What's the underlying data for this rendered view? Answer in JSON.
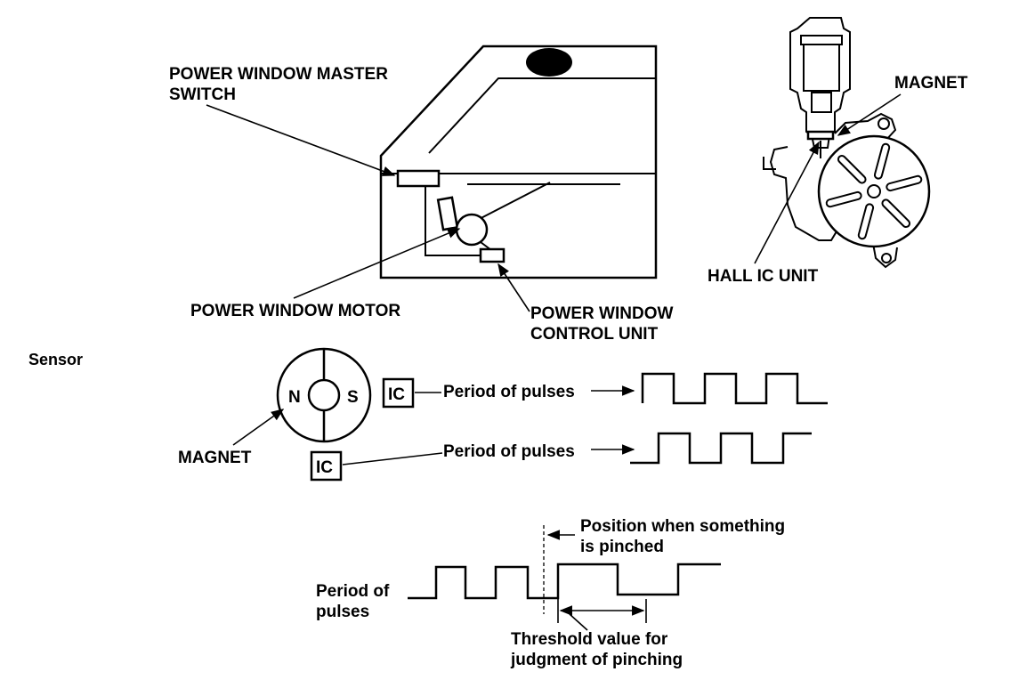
{
  "top_diagram": {
    "master_switch_label": [
      "POWER WINDOW MASTER",
      "SWITCH"
    ],
    "motor_label": "POWER WINDOW MOTOR",
    "control_unit_label": [
      "POWER WINDOW",
      "CONTROL UNIT"
    ],
    "magnet_label": "MAGNET",
    "hall_ic_label": "HALL IC UNIT"
  },
  "sensor": {
    "title": "Sensor",
    "pole_n": "N",
    "pole_s": "S",
    "ic_label": "IC",
    "pulse_label_1": "Period of pulses",
    "pulse_label_2": "Period of pulses",
    "magnet_label": "MAGNET"
  },
  "pinch_diagram": {
    "position_label": [
      "Position when something",
      "is pinched"
    ],
    "period_label": [
      "Period of",
      "pulses"
    ],
    "threshold_label": [
      "Threshold value for",
      "judgment of pinching"
    ]
  }
}
